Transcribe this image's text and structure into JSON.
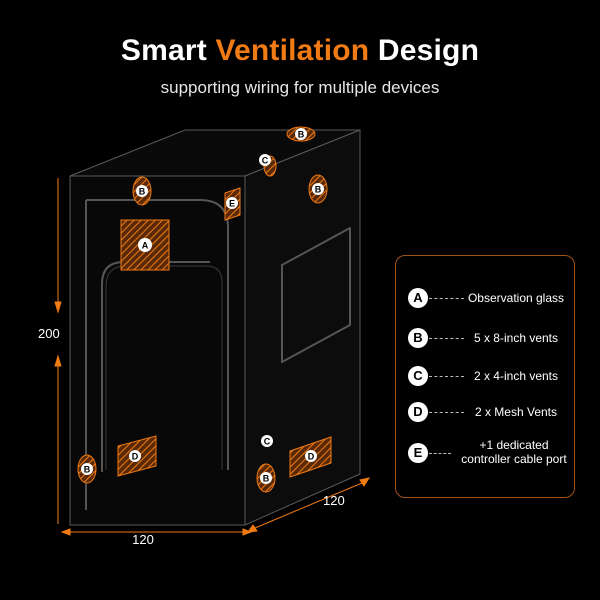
{
  "header": {
    "title_part1": "Smart",
    "title_part2": "Ventilation",
    "title_part3": "Design",
    "subtitle": "supporting wiring for multiple devices"
  },
  "dimensions": {
    "height": "200",
    "width": "120",
    "depth": "120"
  },
  "markers": {
    "a": "A",
    "b": "B",
    "c": "C",
    "d": "D",
    "e": "E"
  },
  "legend": {
    "items": [
      {
        "letter": "A",
        "text": "Observation glass"
      },
      {
        "letter": "B",
        "text": "5 x 8-inch vents"
      },
      {
        "letter": "C",
        "text": "2 x 4-inch vents"
      },
      {
        "letter": "D",
        "text": "2 x  Mesh Vents"
      },
      {
        "letter": "E",
        "text_line1": "+1 dedicated",
        "text_line2": "controller cable port"
      }
    ]
  },
  "colors": {
    "accent": "#f07a13",
    "background": "#000000",
    "legend_border": "#a3521a"
  }
}
